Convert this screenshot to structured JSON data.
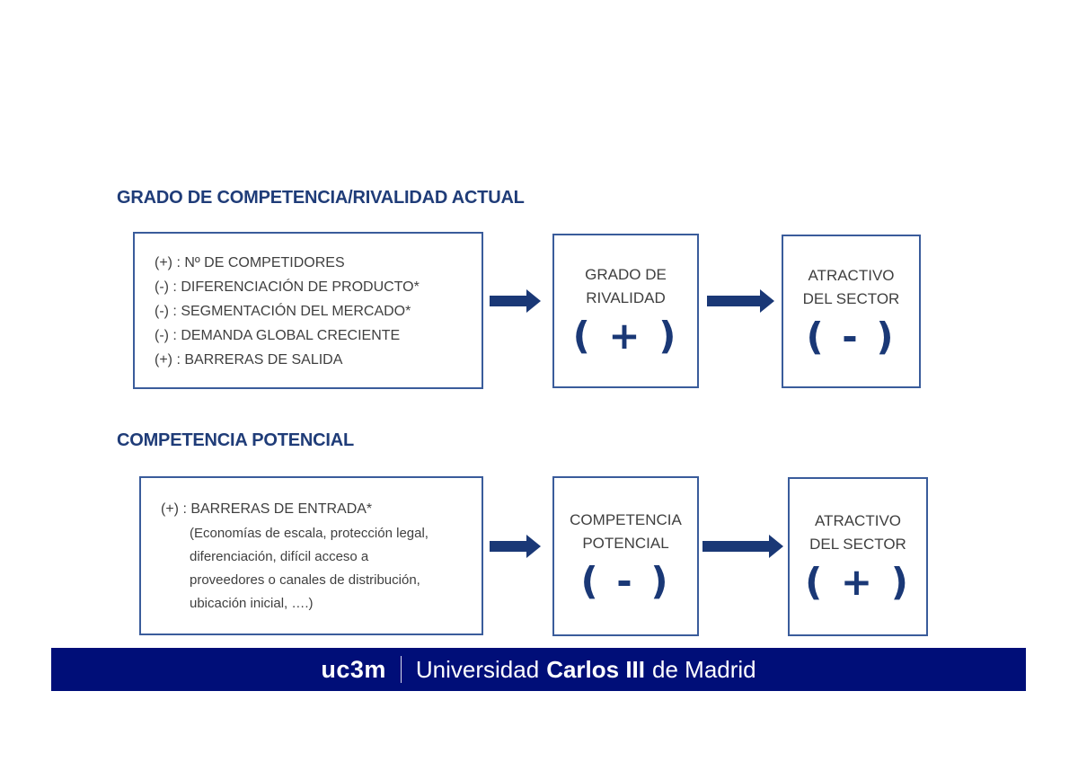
{
  "colors": {
    "heading_blue": "#1F3C78",
    "box_border_blue": "#3A5C9B",
    "body_text_gray": "#3F3F3F",
    "arrow_symbol_navy": "#1A3876",
    "footer_navy": "#000E78",
    "footer_text": "#FFFFFF"
  },
  "section1": {
    "heading": "GRADO DE COMPETENCIA/RIVALIDAD ACTUAL",
    "factors": [
      "(+) : Nº DE COMPETIDORES",
      "(-) : DIFERENCIACIÓN DE PRODUCTO*",
      "(-) : SEGMENTACIÓN DEL MERCADO*",
      "(-) : DEMANDA GLOBAL CRECIENTE",
      "(+) : BARRERAS DE SALIDA"
    ],
    "result_box": {
      "label_line1": "GRADO DE",
      "label_line2": "RIVALIDAD",
      "symbol": "( + )"
    },
    "outcome_box": {
      "label_line1": "ATRACTIVO",
      "label_line2": "DEL SECTOR",
      "symbol": "( - )"
    }
  },
  "section2": {
    "heading": "COMPETENCIA POTENCIAL",
    "factor_title": "(+) : BARRERAS DE ENTRADA*",
    "factor_detail_lines": [
      "(Economías de escala, protección legal,",
      "diferenciación, difícil acceso a",
      "proveedores o canales de distribución,",
      "ubicación inicial, ….)"
    ],
    "result_box": {
      "label_line1": "COMPETENCIA",
      "label_line2": "POTENCIAL",
      "symbol": "( - )"
    },
    "outcome_box": {
      "label_line1": "ATRACTIVO",
      "label_line2": "DEL SECTOR",
      "symbol": "( + )"
    }
  },
  "footer": {
    "logo": "uc3m",
    "name_part1": "Universidad",
    "name_part2": "Carlos III",
    "name_part3": "de Madrid"
  }
}
